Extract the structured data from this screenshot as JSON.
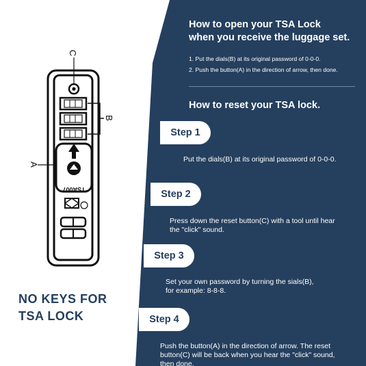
{
  "colors": {
    "panel": "#253f5e",
    "text": "#ffffff",
    "pill_text": "#253f5e"
  },
  "open": {
    "title_line1": "How to open your TSA Lock",
    "title_line2": "when you receive the luggage set.",
    "step1": "1. Put the dials(B) at its original password of 0-0-0.",
    "step2": "2. Push the button(A) in the direction of arrow, then done."
  },
  "reset": {
    "title": "How to reset your TSA lock.",
    "steps": [
      {
        "label": "Step 1",
        "lines": [
          "Put the dials(B) at its original password of 0-0-0."
        ]
      },
      {
        "label": "Step 2",
        "lines": [
          "Press down the reset button(C) with a tool until hear",
          "the \"click\" sound."
        ]
      },
      {
        "label": "Step 3",
        "lines": [
          "Set your own password by turning the sials(B),",
          "for example: 8-8-8."
        ]
      },
      {
        "label": "Step 4",
        "lines": [
          "Push the button(A) in the direction of arrow. The reset",
          "button(C) will be back when you hear the \"click\" sound,",
          "then done."
        ]
      }
    ]
  },
  "lock": {
    "label_a": "A",
    "label_b": "B",
    "label_c": "C",
    "tsa_text": "TSA007",
    "icon": "tsa-lock-diagram"
  },
  "tagline": {
    "line1": "NO KEYS FOR",
    "line2": "TSA LOCK"
  }
}
